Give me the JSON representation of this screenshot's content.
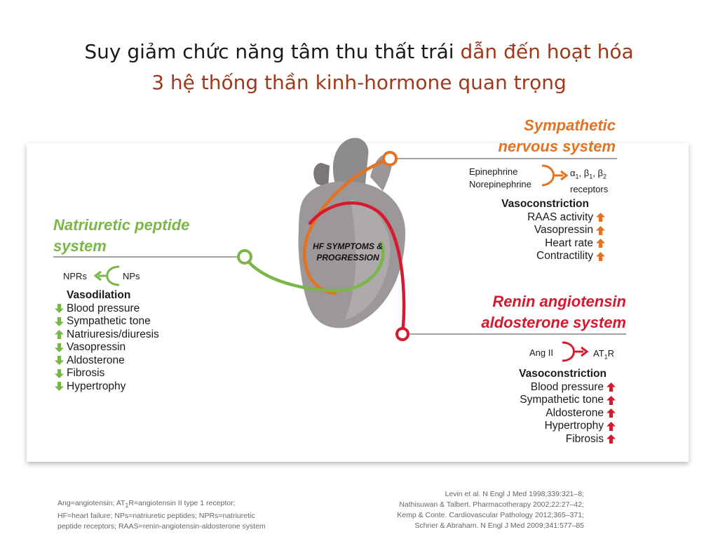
{
  "title": {
    "line1_main": "Suy giảm chức năng tâm thu thất trái ",
    "line1_accent": "dẫn đến hoạt hóa",
    "line2_accent": "3 hệ thống thần kinh-hormone quan trọng"
  },
  "center_label": {
    "line1": "HF SYMPTOMS &",
    "line2": "PROGRESSION"
  },
  "sympathetic": {
    "title_line1": "Sympathetic",
    "title_line2": "nervous system",
    "agonist1": "Epinephrine",
    "agonist2": "Norepinephrine",
    "receptors_line1_parts": [
      "α",
      "1",
      ", β",
      "1",
      ", β",
      "2"
    ],
    "receptors_line2": "receptors",
    "header": "Vasoconstriction",
    "items": [
      "RAAS activity",
      "Vasopressin",
      "Heart rate",
      "Contractility"
    ],
    "color": "#e37222"
  },
  "natriuretic": {
    "title_line1": "Natriuretic peptide",
    "title_line2": "system",
    "receptor": "NPRs",
    "ligand": "NPs",
    "header": "Vasodilation",
    "items": [
      {
        "label": "Blood pressure",
        "dir": "down"
      },
      {
        "label": "Sympathetic tone",
        "dir": "down"
      },
      {
        "label": "Natriuresis/diuresis",
        "dir": "up"
      },
      {
        "label": "Vasopressin",
        "dir": "down"
      },
      {
        "label": "Aldosterone",
        "dir": "down"
      },
      {
        "label": "Fibrosis",
        "dir": "down"
      },
      {
        "label": "Hypertrophy",
        "dir": "down"
      }
    ],
    "color": "#7ab648"
  },
  "raas": {
    "title_line1": "Renin angiotensin",
    "title_line2": "aldosterone system",
    "ligand": "Ang II",
    "receptor_prefix": "AT",
    "receptor_sub": "1",
    "receptor_suffix": "R",
    "header": "Vasoconstriction",
    "items": [
      "Blood pressure",
      "Sympathetic tone",
      "Aldosterone",
      "Hypertrophy",
      "Fibrosis"
    ],
    "color": "#d7192f"
  },
  "footnotes": {
    "abbrev_line1_a": "Ang=angiotensin; AT",
    "abbrev_line1_sub": "1",
    "abbrev_line1_b": "R=angiotensin II type 1 receptor;",
    "abbrev_line2": "HF=heart failure; NPs=natriuretic peptides; NPRs=natriuretic",
    "abbrev_line3": "peptide receptors; RAAS=renin-angiotensin-aldosterone system",
    "refs": [
      "Levin et al. N Engl J Med 1998;339:321–8;",
      "Nathisuwan & Talbert. Pharmacotherapy 2002;22:27–42;",
      "Kemp & Conte. Cardiovascular Pathology 2012;365–371;",
      "Schrier & Abraham. N Engl J Med 2009;341:577–85"
    ]
  }
}
